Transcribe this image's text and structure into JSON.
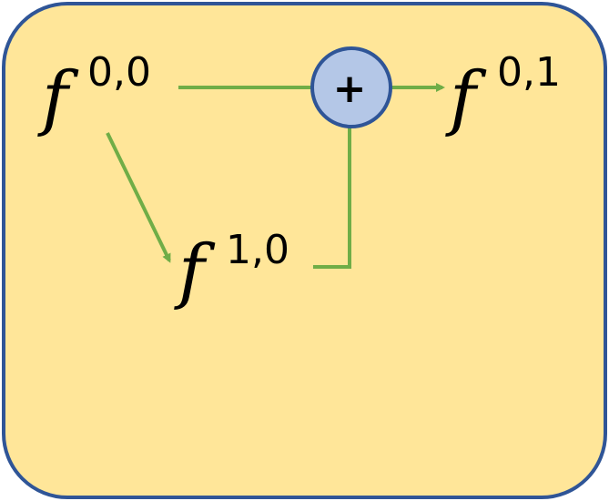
{
  "diagram": {
    "nodes": {
      "f00": {
        "base": "f",
        "superscript": "0,0"
      },
      "f10": {
        "base": "f",
        "superscript": "1,0"
      },
      "f01": {
        "base": "f",
        "superscript": "0,1"
      }
    },
    "sum_node": {
      "symbol": "+"
    },
    "colors": {
      "panel_fill": "#FFE699",
      "panel_border": "#2F5597",
      "arrow": "#70AD47",
      "sum_fill": "#B4C7E7",
      "sum_border": "#2F5597"
    }
  }
}
